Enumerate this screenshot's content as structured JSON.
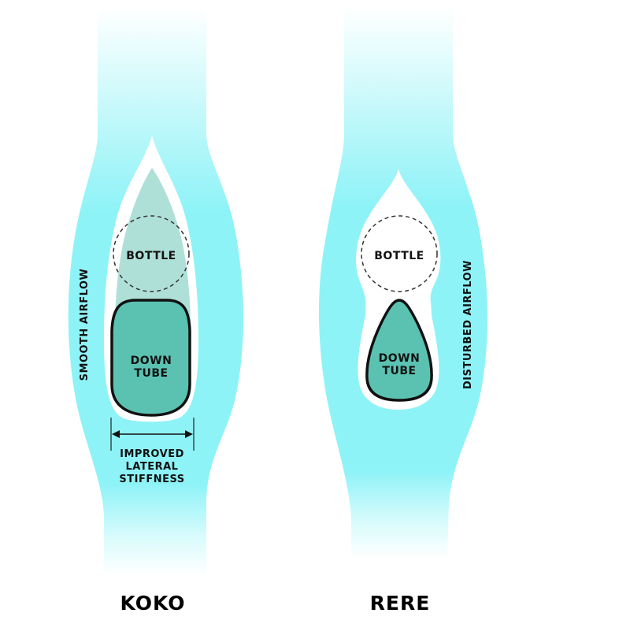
{
  "diagram": {
    "type": "aerodynamic-comparison",
    "colors": {
      "airflow": "#8ef3f7",
      "down_tube_fill": "#5bc2b2",
      "integrated_fairing_fill": "#aee0d8",
      "outline": "#111111",
      "background": "#ffffff"
    },
    "left": {
      "title": "KOKO",
      "airflow_label": "SMOOTH AIRFLOW",
      "bottle_label": "BOTTLE",
      "down_tube_label_line1": "DOWN",
      "down_tube_label_line2": "TUBE",
      "dimension_label_line1": "IMPROVED",
      "dimension_label_line2": "LATERAL",
      "dimension_label_line3": "STIFFNESS"
    },
    "right": {
      "title": "RERE",
      "airflow_label": "DISTURBED AIRFLOW",
      "bottle_label": "BOTTLE",
      "down_tube_label_line1": "DOWN",
      "down_tube_label_line2": "TUBE"
    }
  }
}
